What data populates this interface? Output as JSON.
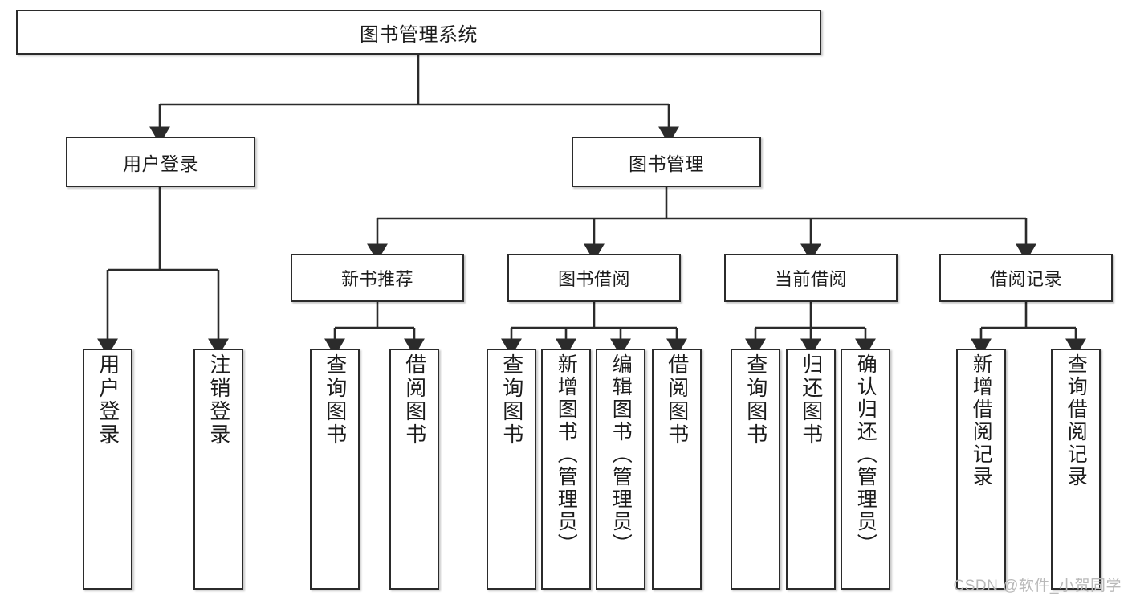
{
  "diagram": {
    "title": "图书管理系统",
    "type": "hierarchy-tree",
    "stroke_color": "#2b2b2b",
    "fill_color": "#ffffff",
    "background": "#ffffff",
    "root": {
      "label": "图书管理系统"
    },
    "level1": [
      {
        "label": "用户登录"
      },
      {
        "label": "图书管理"
      }
    ],
    "level2": [
      {
        "label": "新书推荐"
      },
      {
        "label": "图书借阅"
      },
      {
        "label": "当前借阅"
      },
      {
        "label": "借阅记录"
      }
    ],
    "leaves": {
      "user_login": [
        {
          "label": "用户登录"
        },
        {
          "label": "注销登录"
        }
      ],
      "new_book": [
        {
          "label": "查询图书"
        },
        {
          "label": "借阅图书"
        }
      ],
      "book_borrow": [
        {
          "label": "查询图书"
        },
        {
          "label": "新增图书（管理员）"
        },
        {
          "label": "编辑图书（管理员）"
        },
        {
          "label": "借阅图书"
        }
      ],
      "current_borrow": [
        {
          "label": "查询图书"
        },
        {
          "label": "归还图书"
        },
        {
          "label": "确认归还（管理员）"
        }
      ],
      "borrow_record": [
        {
          "label": "新增借阅记录"
        },
        {
          "label": "查询借阅记录"
        }
      ]
    }
  },
  "watermark": {
    "text": "CSDN @软件_小贺同学"
  }
}
